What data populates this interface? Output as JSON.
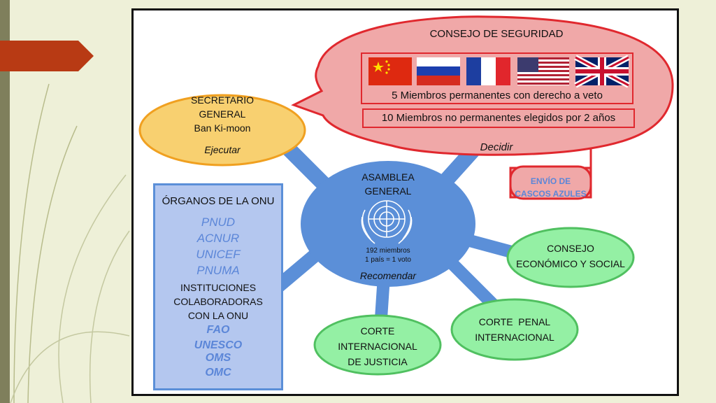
{
  "secretario": {
    "line1": "SECRETARIO",
    "line2": "GENERAL",
    "name": "Ban Ki-moon",
    "role": "Ejecutar"
  },
  "consejo_seguridad": {
    "title": "CONSEJO DE SEGURIDAD",
    "permanent": "5 Miembros permanentes con derecho a veto",
    "non_permanent": "10 Miembros no permanentes elegidos por 2 años",
    "role": "Decidir",
    "flags": [
      "china-flag",
      "russia-flag",
      "france-flag",
      "usa-flag",
      "uk-flag"
    ]
  },
  "cascos": {
    "line1": "ENVÍO DE",
    "line2": "CASCOS AZULES"
  },
  "asamblea": {
    "line1": "ASAMBLEA",
    "line2": "GENERAL",
    "members": "192 miembros",
    "vote": "1 país = 1 voto",
    "role": "Recomendar"
  },
  "organos": {
    "title": "ÓRGANOS DE LA ONU",
    "programs": [
      "PNUD",
      "ACNUR",
      "UNICEF",
      "PNUMA"
    ],
    "institutions": [
      "INSTITUCIONES",
      "COLABORADORAS",
      "CON LA ONU"
    ],
    "agencies": [
      "FAO",
      "UNESCO",
      "OMS",
      "OMC"
    ]
  },
  "ecosoc": {
    "line1": "CONSEJO",
    "line2": "ECONÓMICO Y SOCIAL"
  },
  "corte_penal": {
    "line1": "CORTE  PENAL",
    "line2": "INTERNACIONAL"
  },
  "corte_justicia": {
    "line1": "CORTE",
    "line2": "INTERNACIONAL",
    "line3": "DE JUSTICIA"
  },
  "colors": {
    "red_fill": "#f0a8a8",
    "red_stroke": "#e0282e",
    "yellow_fill": "#f8d070",
    "yellow_stroke": "#f0a020",
    "blue": "#5b8fd8",
    "green_fill": "#94f0a4",
    "green_stroke": "#50c060"
  }
}
